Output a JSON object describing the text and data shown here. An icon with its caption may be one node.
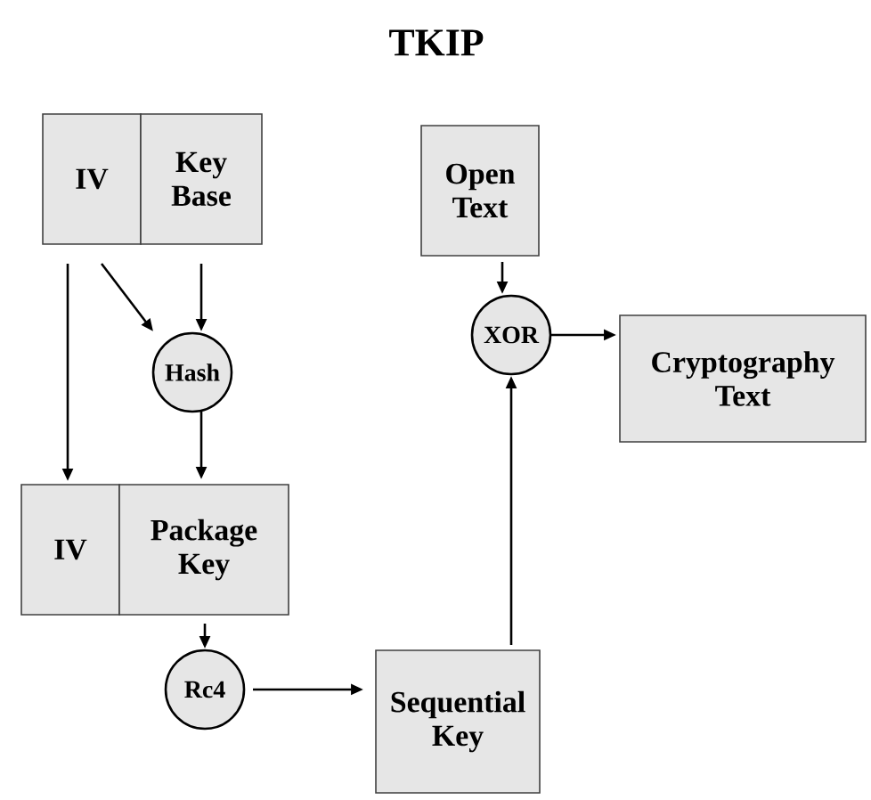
{
  "diagram": {
    "title": "TKIP",
    "nodes": [
      {
        "text": [
          "IV"
        ]
      },
      {
        "text": [
          "Key Base"
        ]
      },
      {
        "text": [
          "Open Text"
        ]
      },
      {
        "text": [
          "Hash"
        ]
      },
      {
        "text": [
          "XOR"
        ]
      },
      {
        "text": [
          "Cryptography Text"
        ]
      },
      {
        "text": [
          "IV"
        ]
      },
      {
        "text": [
          "Package Key"
        ]
      },
      {
        "text": [
          "Rc4"
        ]
      },
      {
        "text": [
          "Sequential Key"
        ]
      }
    ],
    "edges": [
      {
        "from": 0,
        "to": 3,
        "arrow": "to"
      },
      {
        "from": 1,
        "to": 3,
        "arrow": "to"
      },
      {
        "from": 0,
        "to": 6,
        "arrow": "to"
      },
      {
        "from": 3,
        "to": 7,
        "arrow": "to"
      },
      {
        "from": 2,
        "to": 4,
        "arrow": "to"
      },
      {
        "from": 4,
        "to": 5,
        "arrow": "to"
      },
      {
        "from": 7,
        "to": 8,
        "arrow": "to"
      },
      {
        "from": 8,
        "to": 9,
        "arrow": "to"
      },
      {
        "from": 9,
        "to": 4,
        "arrow": "to"
      }
    ]
  }
}
